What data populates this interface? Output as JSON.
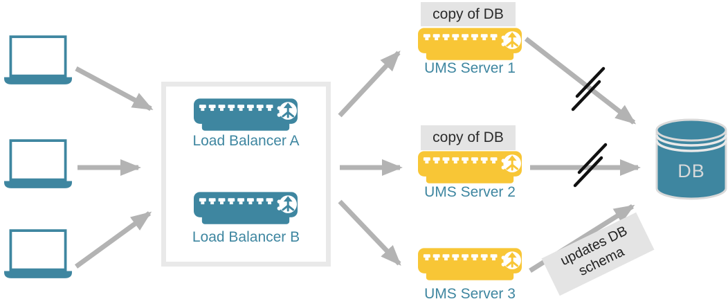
{
  "diagram_type": "load-balancing architecture",
  "colors": {
    "node_teal": "#3e86a0",
    "node_yellow": "#f8c636",
    "arrow_gray": "#b3b3b3",
    "group_box_border": "#e9e9e9",
    "badge_bg": "#e4e4e4",
    "badge_text": "#2b2b2b",
    "broken_mark": "#111111",
    "db_outline": "#d9d9d9"
  },
  "clients": [
    {
      "id": "client-laptop-1"
    },
    {
      "id": "client-laptop-2"
    },
    {
      "id": "client-laptop-3"
    }
  ],
  "load_balancers": [
    {
      "label": "Load Balancer A"
    },
    {
      "label": "Load Balancer B"
    }
  ],
  "ums_servers": [
    {
      "label": "UMS Server 1",
      "badge": "copy of DB"
    },
    {
      "label": "UMS Server 2",
      "badge": "copy of DB"
    },
    {
      "label": "UMS Server 3",
      "badge": ""
    }
  ],
  "database": {
    "label": "DB"
  },
  "annotation": {
    "text": "updates DB\nschema"
  },
  "connections": [
    {
      "from": "client-laptop-1",
      "to": "load-balancer-group",
      "status": "active"
    },
    {
      "from": "client-laptop-2",
      "to": "load-balancer-group",
      "status": "active"
    },
    {
      "from": "client-laptop-3",
      "to": "load-balancer-group",
      "status": "active"
    },
    {
      "from": "load-balancer-group",
      "to": "UMS Server 1",
      "status": "active"
    },
    {
      "from": "load-balancer-group",
      "to": "UMS Server 2",
      "status": "active"
    },
    {
      "from": "load-balancer-group",
      "to": "UMS Server 3",
      "status": "active"
    },
    {
      "from": "UMS Server 1",
      "to": "DB",
      "status": "blocked"
    },
    {
      "from": "UMS Server 2",
      "to": "DB",
      "status": "blocked"
    },
    {
      "from": "UMS Server 3",
      "to": "DB",
      "status": "active",
      "label": "updates DB schema"
    }
  ]
}
